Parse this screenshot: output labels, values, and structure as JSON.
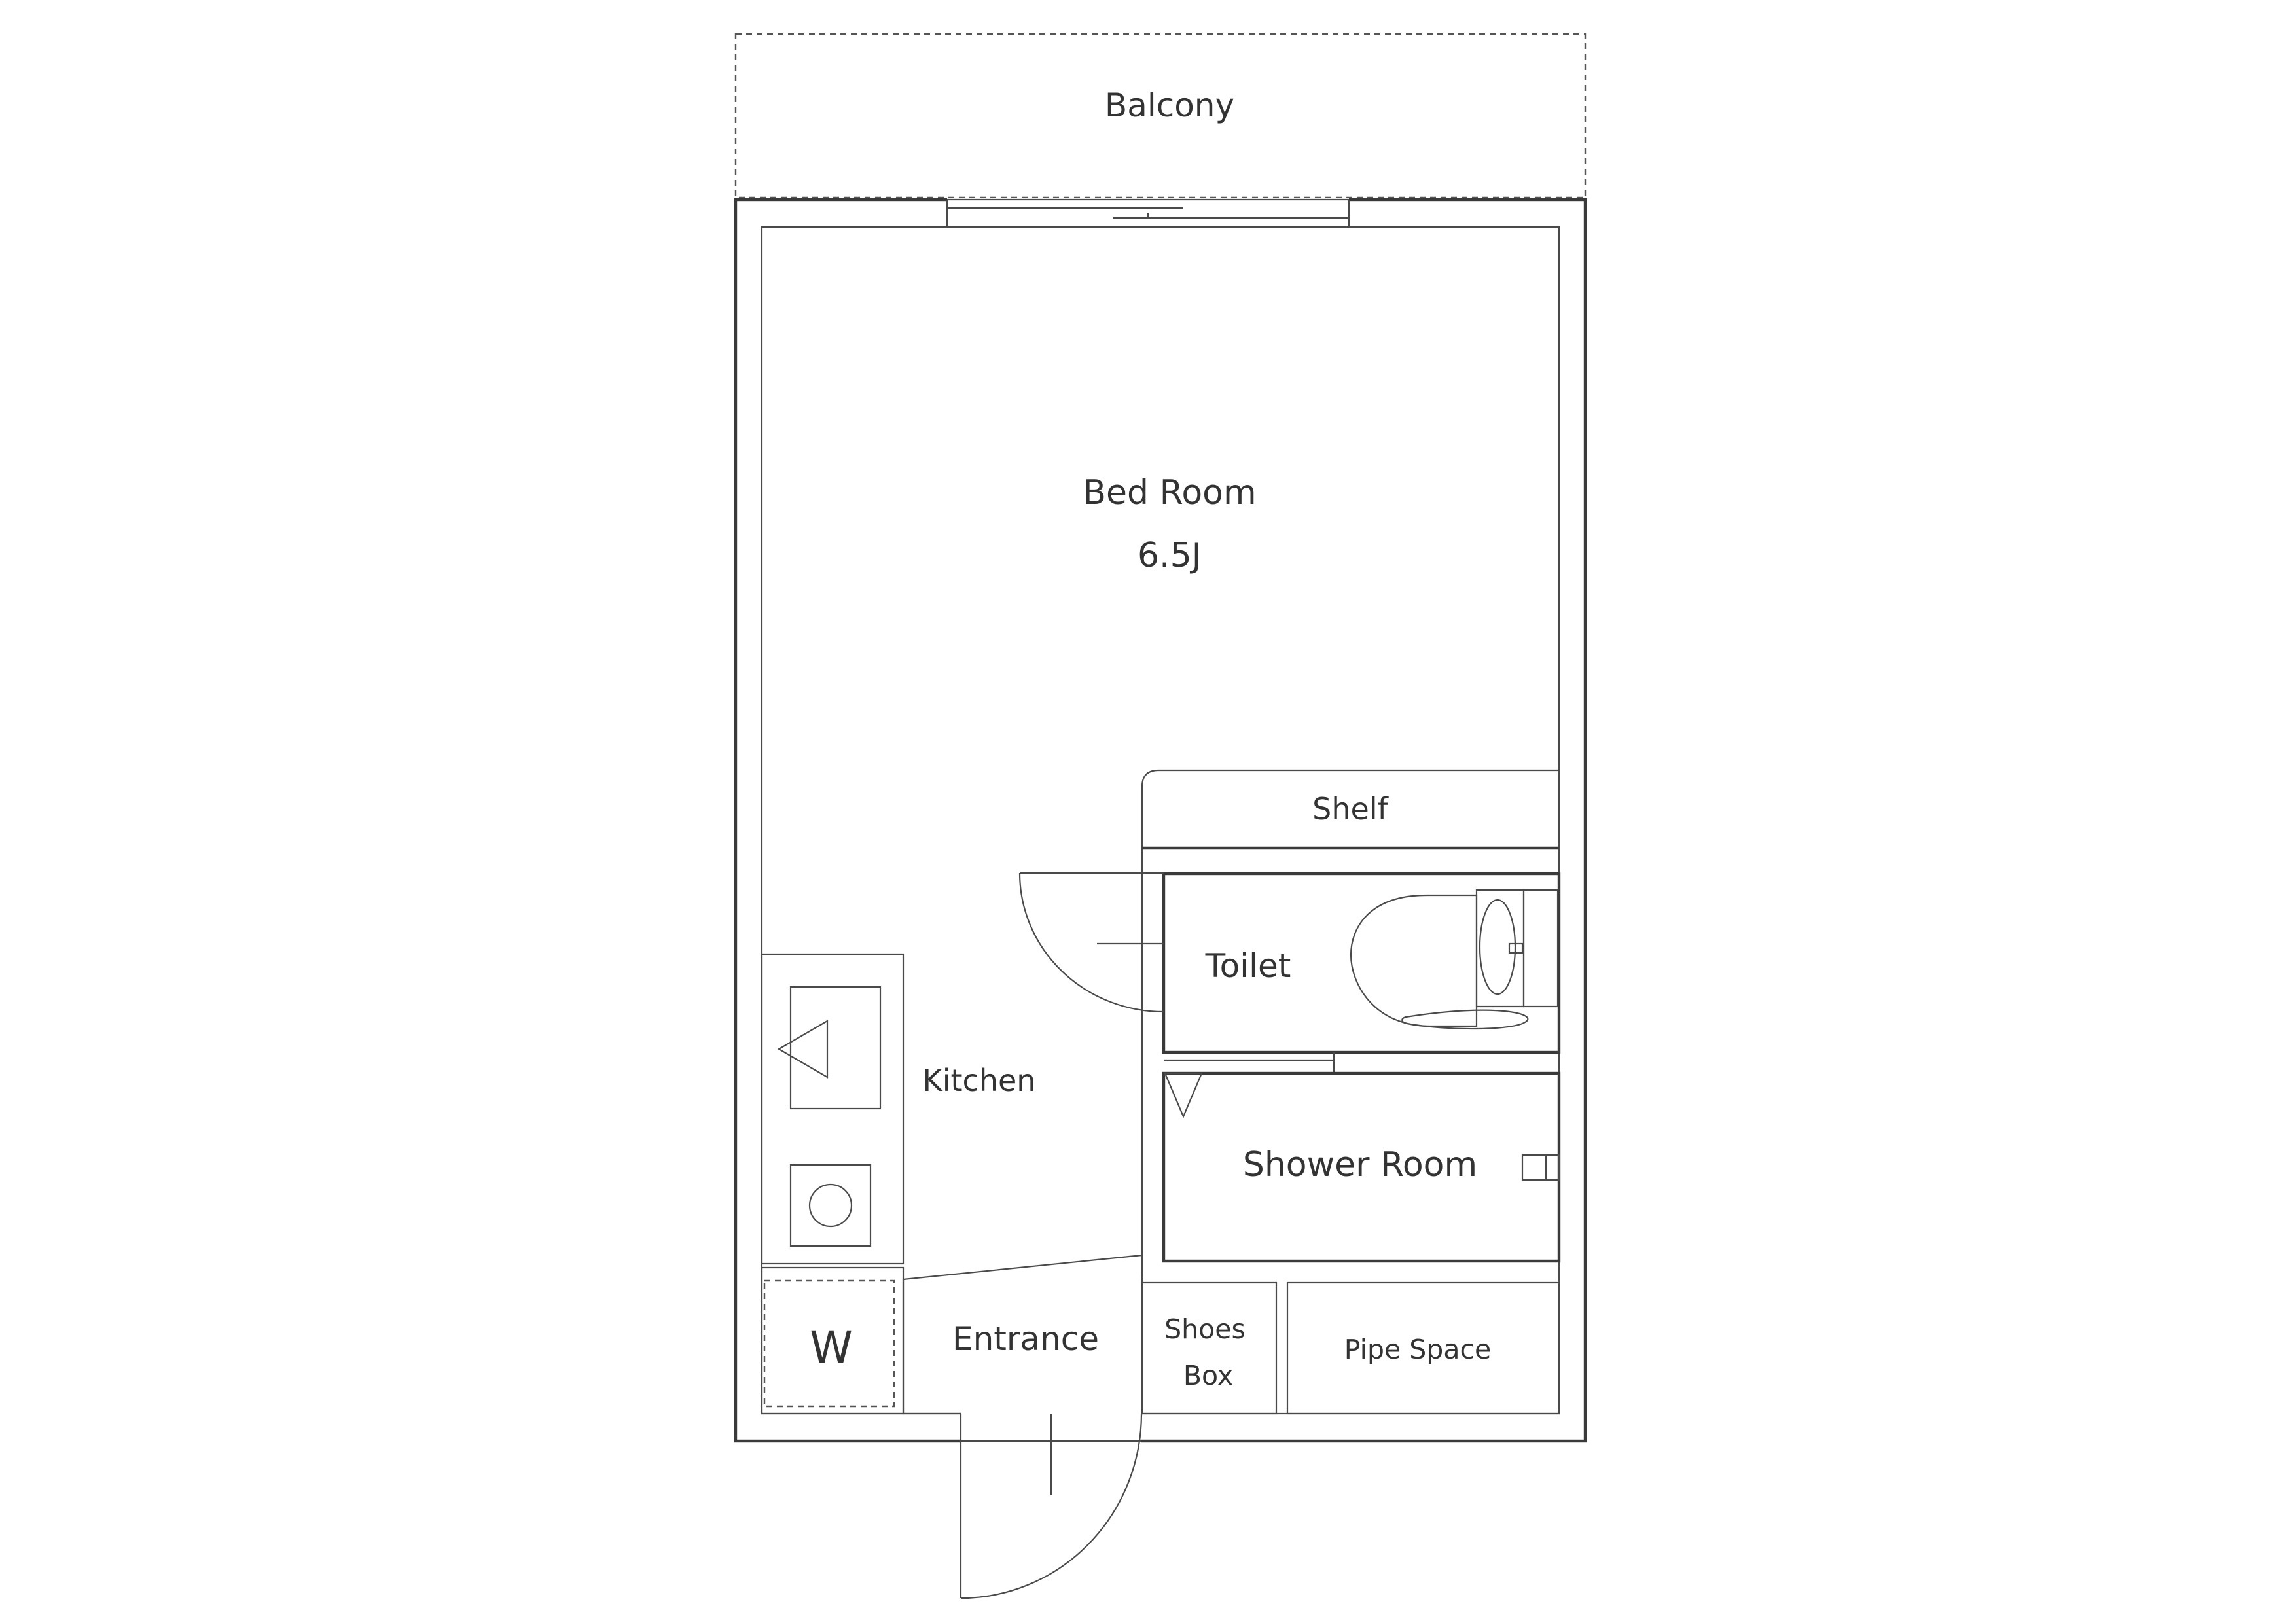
{
  "plan": {
    "rooms": {
      "balcony": "Balcony",
      "bedroom": "Bed Room",
      "bedroom_size": "6.5J",
      "shelf": "Shelf",
      "toilet": "Toilet",
      "kitchen": "Kitchen",
      "shower_room": "Shower Room",
      "washer": "W",
      "entrance": "Entrance",
      "shoes_box_line1": "Shoes",
      "shoes_box_line2": "Box",
      "pipe_space": "Pipe Space"
    }
  }
}
